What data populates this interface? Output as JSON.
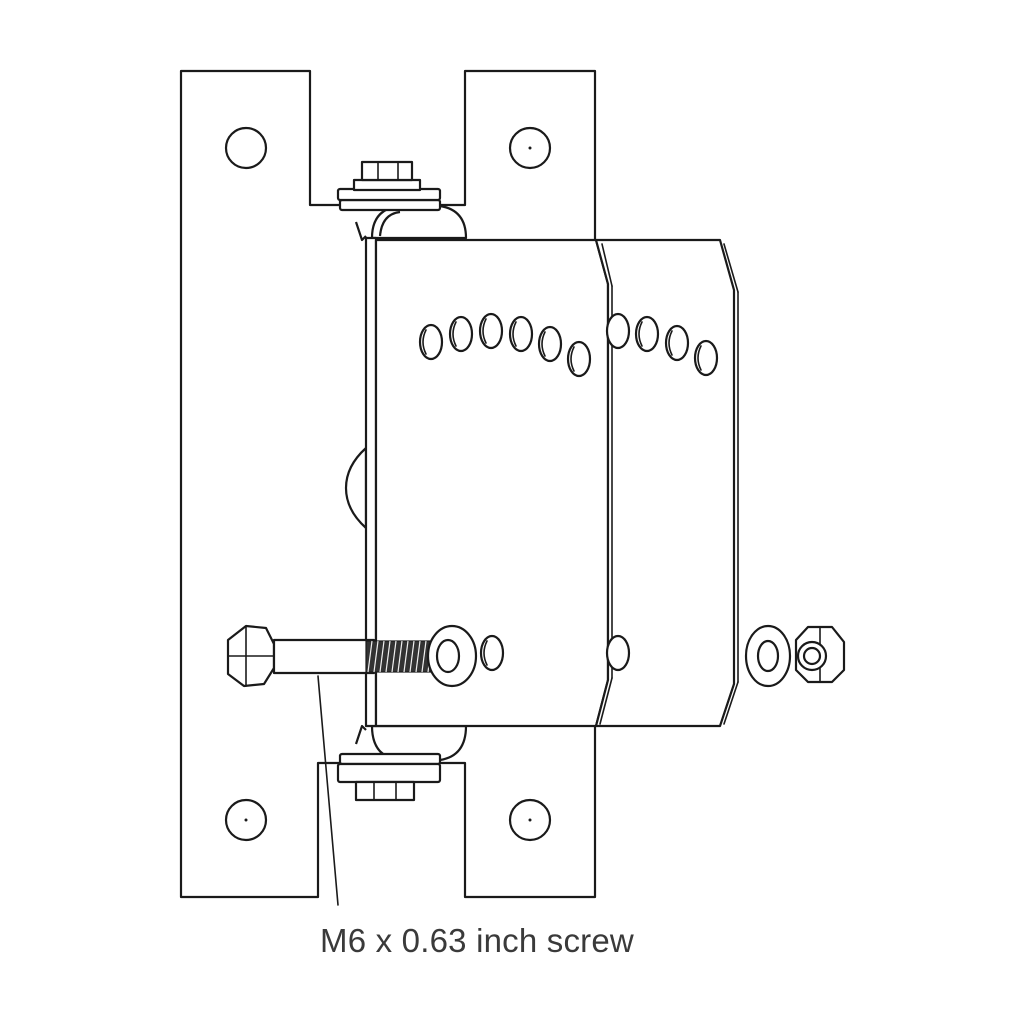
{
  "callout": {
    "label": "M6 x 0.63 inch screw",
    "target_icon": "screw-icon"
  },
  "components": [
    "base-plate",
    "mounting-bracket",
    "hinge-bracket",
    "hex-bolt",
    "washer",
    "hex-nut"
  ]
}
